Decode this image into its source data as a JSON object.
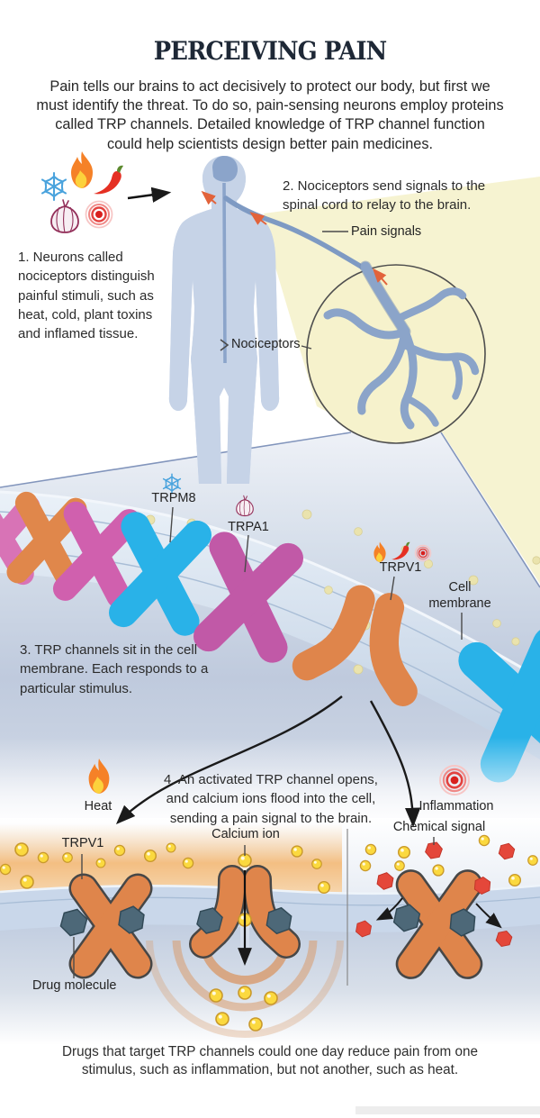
{
  "title": "PERCEIVING PAIN",
  "intro": "Pain tells our brains to act decisively to protect our body, but first we must identify the threat. To do so, pain-sensing neurons employ proteins called TRP channels. Detailed knowledge of TRP channel function could help scientists design better pain medicines.",
  "steps": {
    "step1": "1. Neurons called nociceptors distinguish painful stimuli, such as heat, cold, plant toxins and inflamed tissue.",
    "step2": "2. Nociceptors send signals to the spinal cord to relay to the brain.",
    "step3": "3. TRP channels sit in the cell membrane. Each responds to a particular stimulus.",
    "step4": "4. An activated TRP channel opens, and calcium ions flood into the cell, sending a pain signal to the brain."
  },
  "labels": {
    "pain_signals": "Pain signals",
    "nociceptors": "Nociceptors",
    "trpm8": "TRPM8",
    "trpa1": "TRPA1",
    "trpv1": "TRPV1",
    "cell_membrane": "Cell membrane",
    "heat": "Heat",
    "inflammation": "Inflammation",
    "calcium_ion": "Calcium ion",
    "chemical_signal": "Chemical signal",
    "drug_molecule": "Drug molecule",
    "trpv1_bottom": "TRPV1"
  },
  "caption": "Drugs that target TRP channels could one day reduce pain from one stimulus, such as inflammation, but not another, such as heat.",
  "icons": {
    "stimuli": [
      "flame-icon",
      "snowflake-icon",
      "chili-pepper-icon",
      "onion-icon",
      "inflammation-icon"
    ]
  },
  "colors": {
    "trpm8_channel": "#29b2e8",
    "trpa1_channel": "#c159a7",
    "trpv1_channel": "#df854b",
    "membrane": "#c9d7ea",
    "calcium_ion": "#fbd93f",
    "chemical_signal": "#e4473a",
    "drug_molecule": "#4d6878",
    "nerve": "#8ca5c8",
    "beam": "#f6f2cf",
    "signal_arrow": "#e2633b"
  }
}
